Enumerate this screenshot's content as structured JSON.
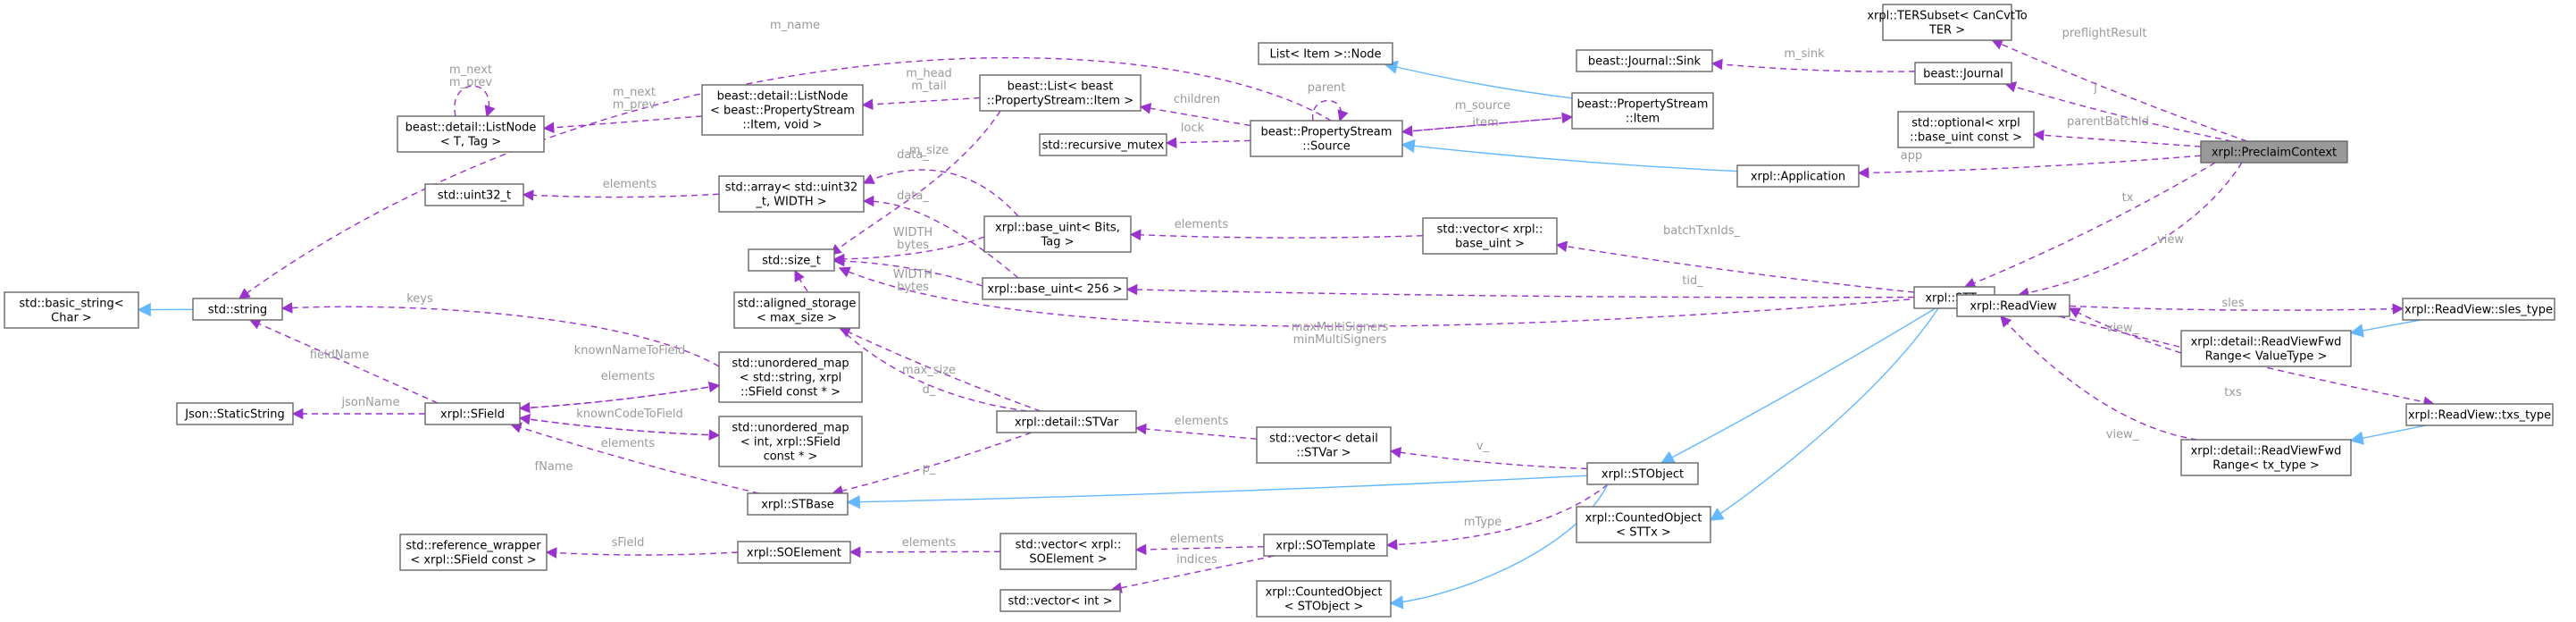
{
  "focus_node": "preclaim",
  "colors": {
    "usage_edge": "#9a32cd",
    "inherit_edge": "#63b8ff",
    "node_border": "#666666",
    "focus_fill": "#999999",
    "edge_label": "#9a9a9a"
  },
  "nodes": [
    {
      "id": "preclaim",
      "lines": [
        "xrpl::PreclaimContext"
      ]
    },
    {
      "id": "tersubset",
      "lines": [
        "xrpl::TERSubset< CanCvtTo",
        "TER >"
      ]
    },
    {
      "id": "journal",
      "lines": [
        "beast::Journal"
      ]
    },
    {
      "id": "journalsink",
      "lines": [
        "beast::Journal::Sink"
      ]
    },
    {
      "id": "optional",
      "lines": [
        "std::optional< xrpl",
        "::base_uint const >"
      ]
    },
    {
      "id": "application",
      "lines": [
        "xrpl::Application"
      ]
    },
    {
      "id": "listitemnode",
      "lines": [
        "List< Item >::Node"
      ]
    },
    {
      "id": "psitem",
      "lines": [
        "beast::PropertyStream",
        "::Item"
      ]
    },
    {
      "id": "pssource",
      "lines": [
        "beast::PropertyStream",
        "::Source"
      ]
    },
    {
      "id": "recmutex",
      "lines": [
        "std::recursive_mutex"
      ]
    },
    {
      "id": "beastlist",
      "lines": [
        "beast::List< beast",
        "::PropertyStream::Item >"
      ]
    },
    {
      "id": "listnodeitem",
      "lines": [
        "beast::detail::ListNode",
        "< beast::PropertyStream",
        "::Item, void >"
      ]
    },
    {
      "id": "listnodeT",
      "lines": [
        "beast::detail::ListNode",
        "< T, Tag >"
      ]
    },
    {
      "id": "uint32",
      "lines": [
        "std::uint32_t"
      ]
    },
    {
      "id": "array",
      "lines": [
        "std::array< std::uint32",
        "_t, WIDTH >"
      ]
    },
    {
      "id": "baseuintT",
      "lines": [
        "xrpl::base_uint< Bits,",
        "Tag >"
      ]
    },
    {
      "id": "vecbaseuint",
      "lines": [
        "std::vector< xrpl::",
        "base_uint >"
      ]
    },
    {
      "id": "sizet",
      "lines": [
        "std::size_t"
      ]
    },
    {
      "id": "baseuint256",
      "lines": [
        "xrpl::base_uint< 256 >"
      ]
    },
    {
      "id": "sttx",
      "lines": [
        "xrpl::STTx"
      ]
    },
    {
      "id": "basicstring",
      "lines": [
        "std::basic_string<",
        "Char >"
      ]
    },
    {
      "id": "string",
      "lines": [
        "std::string"
      ]
    },
    {
      "id": "alignedstorage",
      "lines": [
        "std::aligned_storage",
        "< max_size >"
      ]
    },
    {
      "id": "umap_str",
      "lines": [
        "std::unordered_map",
        "< std::string, xrpl",
        "::SField const * >"
      ]
    },
    {
      "id": "umap_int",
      "lines": [
        "std::unordered_map",
        "< int, xrpl::SField",
        "const * >"
      ]
    },
    {
      "id": "staticstring",
      "lines": [
        "Json::StaticString"
      ]
    },
    {
      "id": "sfield",
      "lines": [
        "xrpl::SField"
      ]
    },
    {
      "id": "stvar",
      "lines": [
        "xrpl::detail::STVar"
      ]
    },
    {
      "id": "vecstvar",
      "lines": [
        "std::vector< detail",
        "::STVar >"
      ]
    },
    {
      "id": "stbase",
      "lines": [
        "xrpl::STBase"
      ]
    },
    {
      "id": "stobject",
      "lines": [
        "xrpl::STObject"
      ]
    },
    {
      "id": "countedsttx",
      "lines": [
        "xrpl::CountedObject",
        "< STTx >"
      ]
    },
    {
      "id": "refwrapper",
      "lines": [
        "std::reference_wrapper",
        "< xrpl::SField const >"
      ]
    },
    {
      "id": "soelement",
      "lines": [
        "xrpl::SOElement"
      ]
    },
    {
      "id": "vecsoelement",
      "lines": [
        "std::vector< xrpl::",
        "SOElement >"
      ]
    },
    {
      "id": "sotemplate",
      "lines": [
        "xrpl::SOTemplate"
      ]
    },
    {
      "id": "vecint",
      "lines": [
        "std::vector< int >"
      ]
    },
    {
      "id": "countedstobject",
      "lines": [
        "xrpl::CountedObject",
        "< STObject >"
      ]
    },
    {
      "id": "readview",
      "lines": [
        "xrpl::ReadView"
      ]
    },
    {
      "id": "slestype",
      "lines": [
        "xrpl::ReadView::sles_type"
      ]
    },
    {
      "id": "rvfwd_value",
      "lines": [
        "xrpl::detail::ReadViewFwd",
        "Range< ValueType >"
      ]
    },
    {
      "id": "txstype",
      "lines": [
        "xrpl::ReadView::txs_type"
      ]
    },
    {
      "id": "rvfwd_tx",
      "lines": [
        "xrpl::detail::ReadViewFwd",
        "Range< tx_type >"
      ]
    }
  ],
  "edges": [
    {
      "from": "preclaim",
      "to": "tersubset",
      "kind": "usage",
      "label": "preflightResult"
    },
    {
      "from": "preclaim",
      "to": "journal",
      "kind": "usage",
      "label": "j"
    },
    {
      "from": "preclaim",
      "to": "optional",
      "kind": "usage",
      "label": "parentBatchId"
    },
    {
      "from": "preclaim",
      "to": "application",
      "kind": "usage",
      "label": "app"
    },
    {
      "from": "preclaim",
      "to": "sttx",
      "kind": "usage",
      "label": "tx"
    },
    {
      "from": "preclaim",
      "to": "readview",
      "kind": "usage",
      "label": "view"
    },
    {
      "from": "journal",
      "to": "journalsink",
      "kind": "usage",
      "label": "m_sink"
    },
    {
      "from": "application",
      "to": "pssource",
      "kind": "inherit",
      "label": ""
    },
    {
      "from": "psitem",
      "to": "listitemnode",
      "kind": "inherit",
      "label": ""
    },
    {
      "from": "pssource",
      "to": "psitem",
      "kind": "usage",
      "label": "item"
    },
    {
      "from": "psitem",
      "to": "pssource",
      "kind": "usage",
      "label": "m_source"
    },
    {
      "from": "pssource",
      "to": "pssource",
      "kind": "usage",
      "label": "parent"
    },
    {
      "from": "pssource",
      "to": "recmutex",
      "kind": "usage",
      "label": "lock"
    },
    {
      "from": "pssource",
      "to": "beastlist",
      "kind": "usage",
      "label": "children"
    },
    {
      "from": "pssource",
      "to": "string",
      "kind": "usage",
      "label": "m_name"
    },
    {
      "from": "beastlist",
      "to": "listnodeitem",
      "kind": "usage",
      "label": "m_head\nm_tail"
    },
    {
      "from": "beastlist",
      "to": "sizet",
      "kind": "usage",
      "label": "m_size"
    },
    {
      "from": "listnodeitem",
      "to": "listnodeT",
      "kind": "usage",
      "label": "m_next\nm_prev"
    },
    {
      "from": "listnodeT",
      "to": "listnodeT",
      "kind": "usage",
      "label": "m_next\nm_prev"
    },
    {
      "from": "array",
      "to": "uint32",
      "kind": "usage",
      "label": "elements"
    },
    {
      "from": "baseuintT",
      "to": "array",
      "kind": "usage",
      "label": "data_"
    },
    {
      "from": "baseuintT",
      "to": "sizet",
      "kind": "usage",
      "label": "WIDTH\nbytes"
    },
    {
      "from": "baseuint256",
      "to": "array",
      "kind": "usage",
      "label": "data_"
    },
    {
      "from": "baseuint256",
      "to": "sizet",
      "kind": "usage",
      "label": "WIDTH\nbytes"
    },
    {
      "from": "vecbaseuint",
      "to": "baseuintT",
      "kind": "usage",
      "label": "elements"
    },
    {
      "from": "sttx",
      "to": "vecbaseuint",
      "kind": "usage",
      "label": "batchTxnIds_"
    },
    {
      "from": "sttx",
      "to": "baseuint256",
      "kind": "usage",
      "label": "tid_"
    },
    {
      "from": "sttx",
      "to": "sizet",
      "kind": "usage",
      "label": "maxMultiSigners\nminMultiSigners"
    },
    {
      "from": "sttx",
      "to": "stobject",
      "kind": "inherit",
      "label": ""
    },
    {
      "from": "sttx",
      "to": "countedsttx",
      "kind": "inherit",
      "label": ""
    },
    {
      "from": "string",
      "to": "basicstring",
      "kind": "inherit",
      "label": ""
    },
    {
      "from": "umap_str",
      "to": "string",
      "kind": "usage",
      "label": "keys"
    },
    {
      "from": "umap_str",
      "to": "sfield",
      "kind": "usage",
      "label": "elements"
    },
    {
      "from": "umap_int",
      "to": "sfield",
      "kind": "usage",
      "label": "elements"
    },
    {
      "from": "sfield",
      "to": "string",
      "kind": "usage",
      "label": "fieldName"
    },
    {
      "from": "sfield",
      "to": "staticstring",
      "kind": "usage",
      "label": "jsonName"
    },
    {
      "from": "sfield",
      "to": "umap_str",
      "kind": "usage",
      "label": "knownNameToField"
    },
    {
      "from": "sfield",
      "to": "umap_int",
      "kind": "usage",
      "label": "knownCodeToField"
    },
    {
      "from": "stbase",
      "to": "sfield",
      "kind": "usage",
      "label": "fName"
    },
    {
      "from": "stvar",
      "to": "alignedstorage",
      "kind": "usage",
      "label": "max_size"
    },
    {
      "from": "stvar",
      "to": "sizet",
      "kind": "usage",
      "label": "d_"
    },
    {
      "from": "stvar",
      "to": "stbase",
      "kind": "usage",
      "label": "p_"
    },
    {
      "from": "vecstvar",
      "to": "stvar",
      "kind": "usage",
      "label": "elements"
    },
    {
      "from": "stobject",
      "to": "vecstvar",
      "kind": "usage",
      "label": "v_"
    },
    {
      "from": "stobject",
      "to": "stbase",
      "kind": "inherit",
      "label": ""
    },
    {
      "from": "stobject",
      "to": "sotemplate",
      "kind": "usage",
      "label": "mType"
    },
    {
      "from": "stobject",
      "to": "countedstobject",
      "kind": "inherit",
      "label": ""
    },
    {
      "from": "soelement",
      "to": "refwrapper",
      "kind": "usage",
      "label": "sField"
    },
    {
      "from": "vecsoelement",
      "to": "soelement",
      "kind": "usage",
      "label": "elements"
    },
    {
      "from": "sotemplate",
      "to": "vecsoelement",
      "kind": "usage",
      "label": "elements"
    },
    {
      "from": "sotemplate",
      "to": "vecint",
      "kind": "usage",
      "label": "indices"
    },
    {
      "from": "readview",
      "to": "slestype",
      "kind": "usage",
      "label": "sles"
    },
    {
      "from": "slestype",
      "to": "rvfwd_value",
      "kind": "inherit",
      "label": ""
    },
    {
      "from": "rvfwd_value",
      "to": "readview",
      "kind": "usage",
      "label": "view_"
    },
    {
      "from": "readview",
      "to": "txstype",
      "kind": "usage",
      "label": "txs"
    },
    {
      "from": "txstype",
      "to": "rvfwd_tx",
      "kind": "inherit",
      "label": ""
    },
    {
      "from": "rvfwd_tx",
      "to": "readview",
      "kind": "usage",
      "label": "view_"
    }
  ]
}
